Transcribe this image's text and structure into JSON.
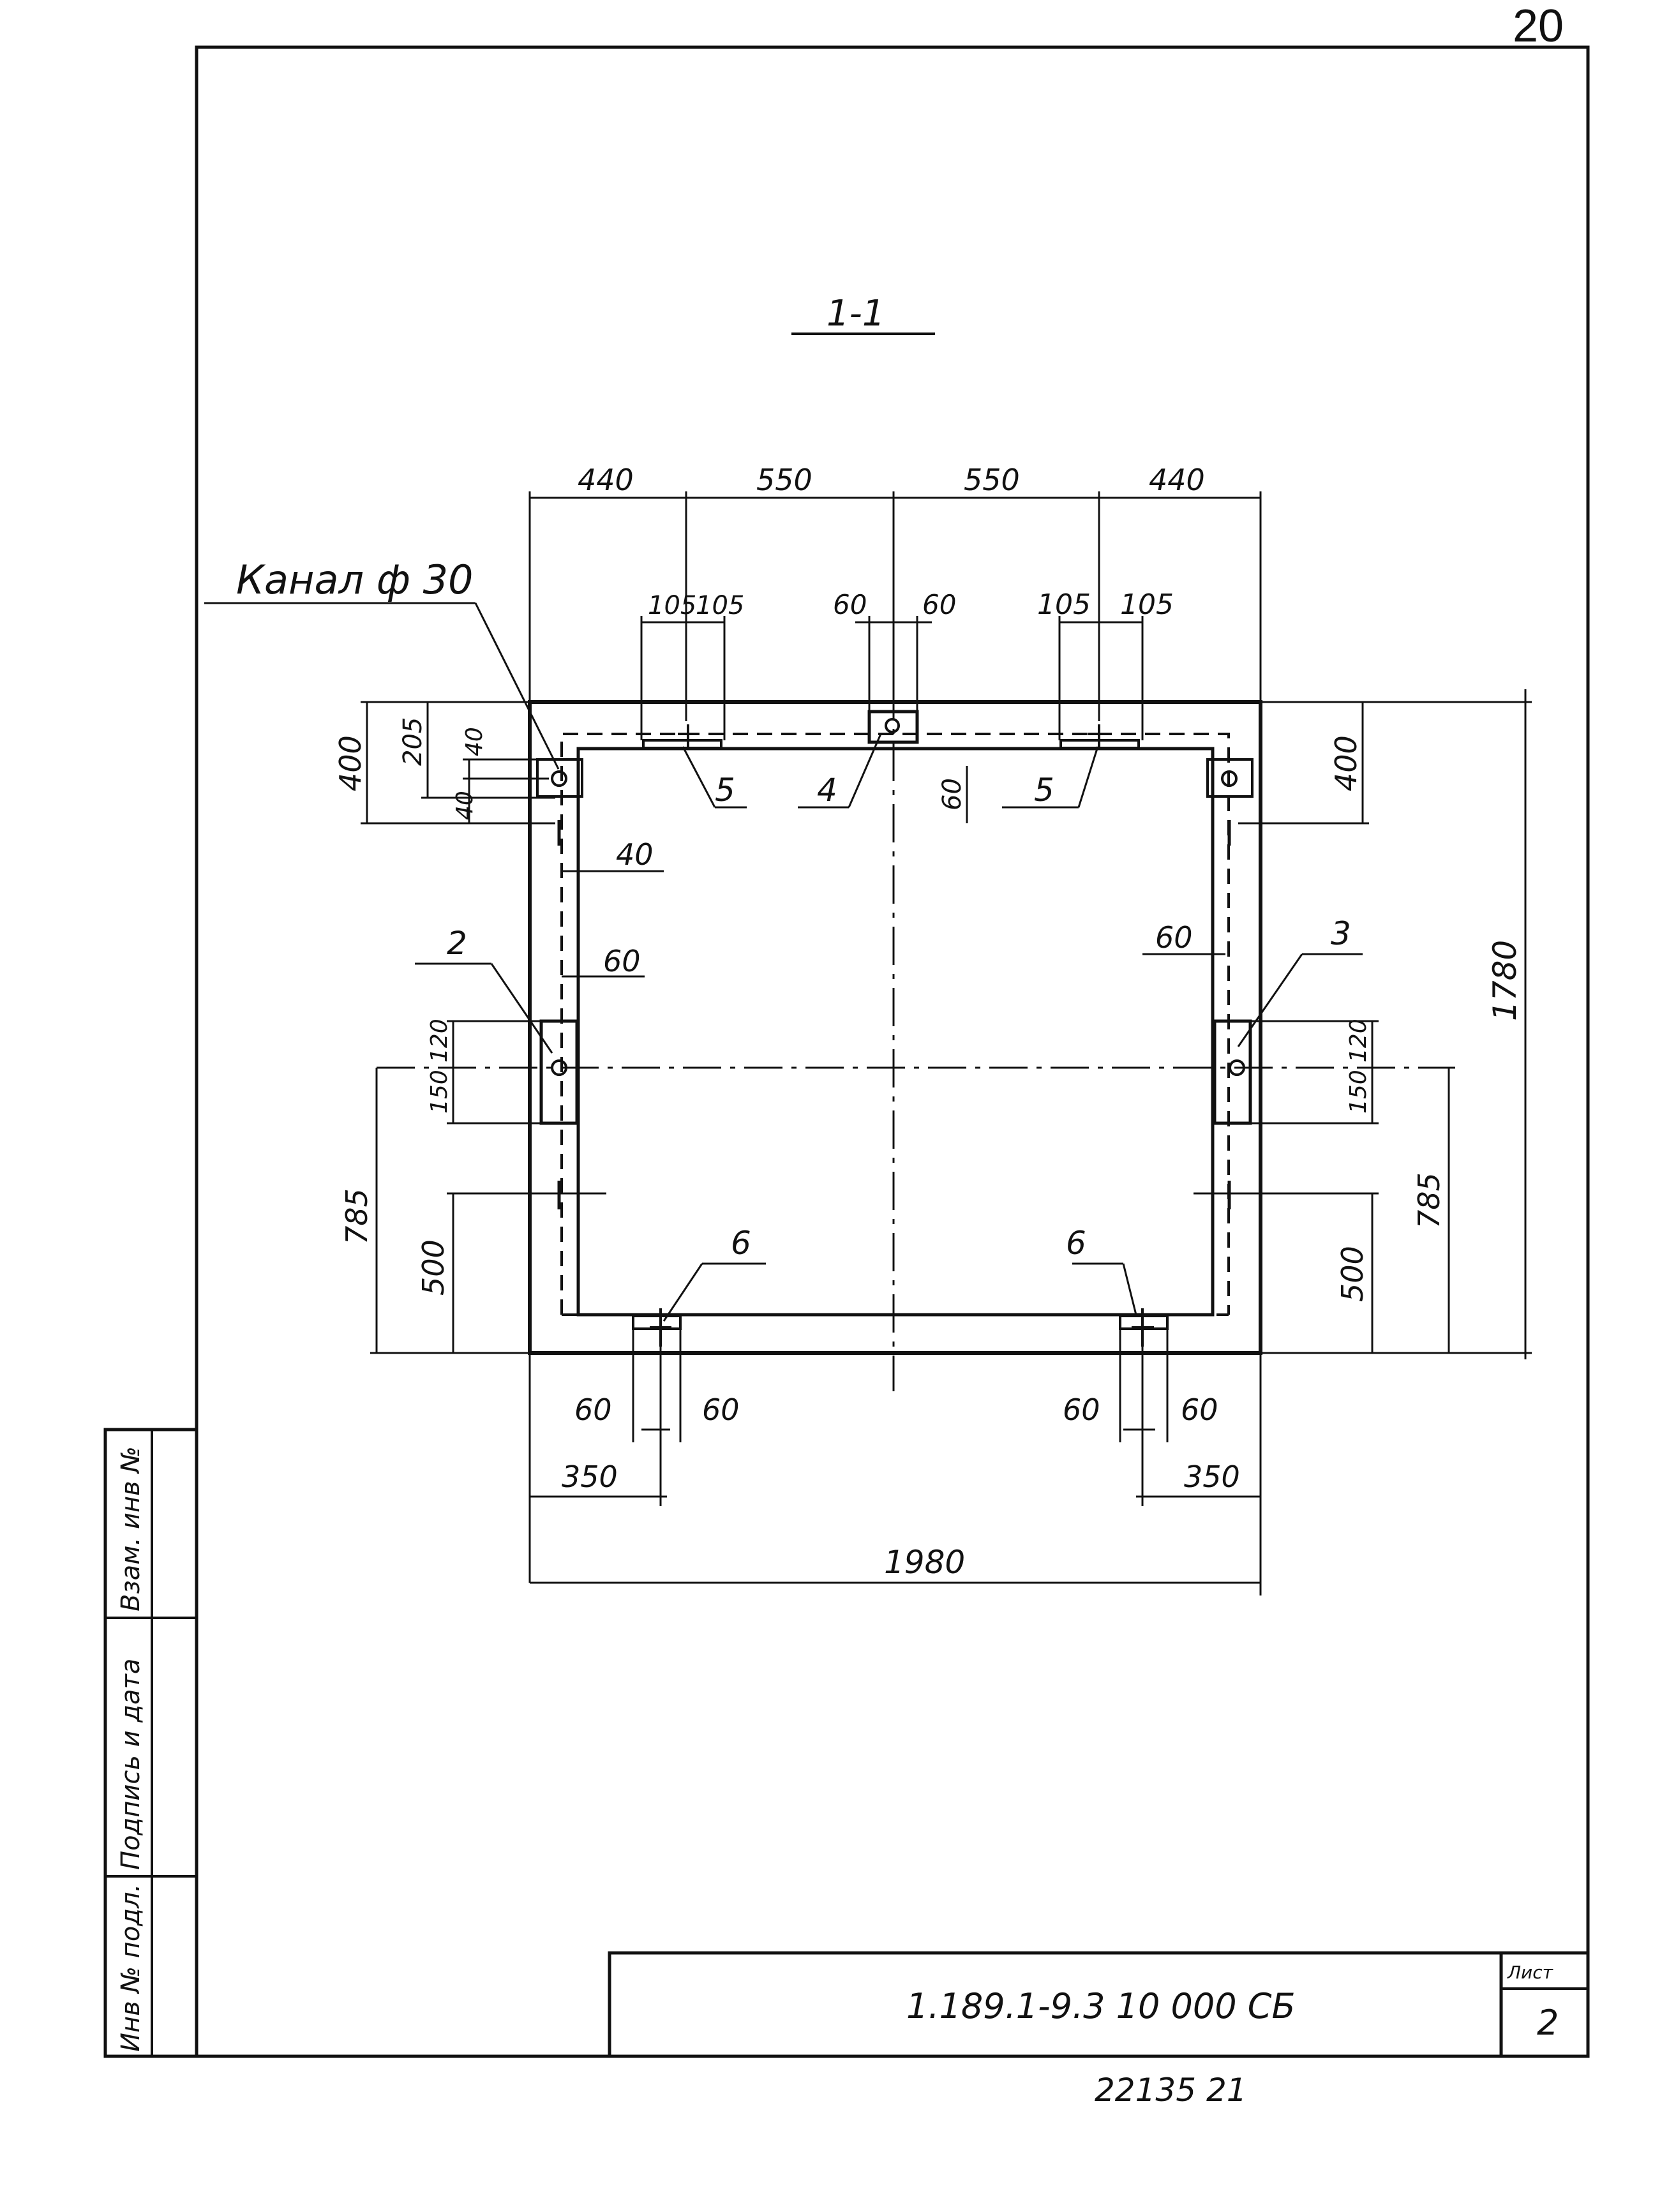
{
  "sheet": {
    "page_number": "20",
    "list_label": "Лист",
    "list_value": "2"
  },
  "title_block": {
    "code": "1.189.1-9.3   10 000 СБ",
    "stamp": "22135    21"
  },
  "side_stamp": {
    "col1": "Инв № подл.",
    "col2": "Подпись и дата",
    "col3": "Взам. инв №"
  },
  "section_label": "1-1",
  "callouts": {
    "channel": "Канал ф 30",
    "pos2": "2",
    "pos3": "3",
    "pos4": "4",
    "pos5a": "5",
    "pos5b": "5",
    "pos6a": "6",
    "pos6b": "6"
  },
  "dims": {
    "top_440a": "440",
    "top_550a": "550",
    "top_550b": "550",
    "top_440b": "440",
    "t105a": "105",
    "t105b": "105",
    "t60a": "60",
    "t60b": "60",
    "t105c": "105",
    "t105d": "105",
    "l400": "400",
    "l205": "205",
    "l40a": "40",
    "l40b": "40",
    "l40c": "40",
    "l60": "60",
    "l120": "120",
    "l150": "150",
    "l785": "785",
    "l500": "500",
    "c60": "60",
    "r400": "400",
    "r60": "60",
    "r120": "120",
    "r150": "150",
    "r785": "785",
    "r500": "500",
    "r1780": "1780",
    "b60a": "60",
    "b60b": "60",
    "b60c": "60",
    "b60d": "60",
    "b350a": "350",
    "b350b": "350",
    "b1980": "1980"
  }
}
